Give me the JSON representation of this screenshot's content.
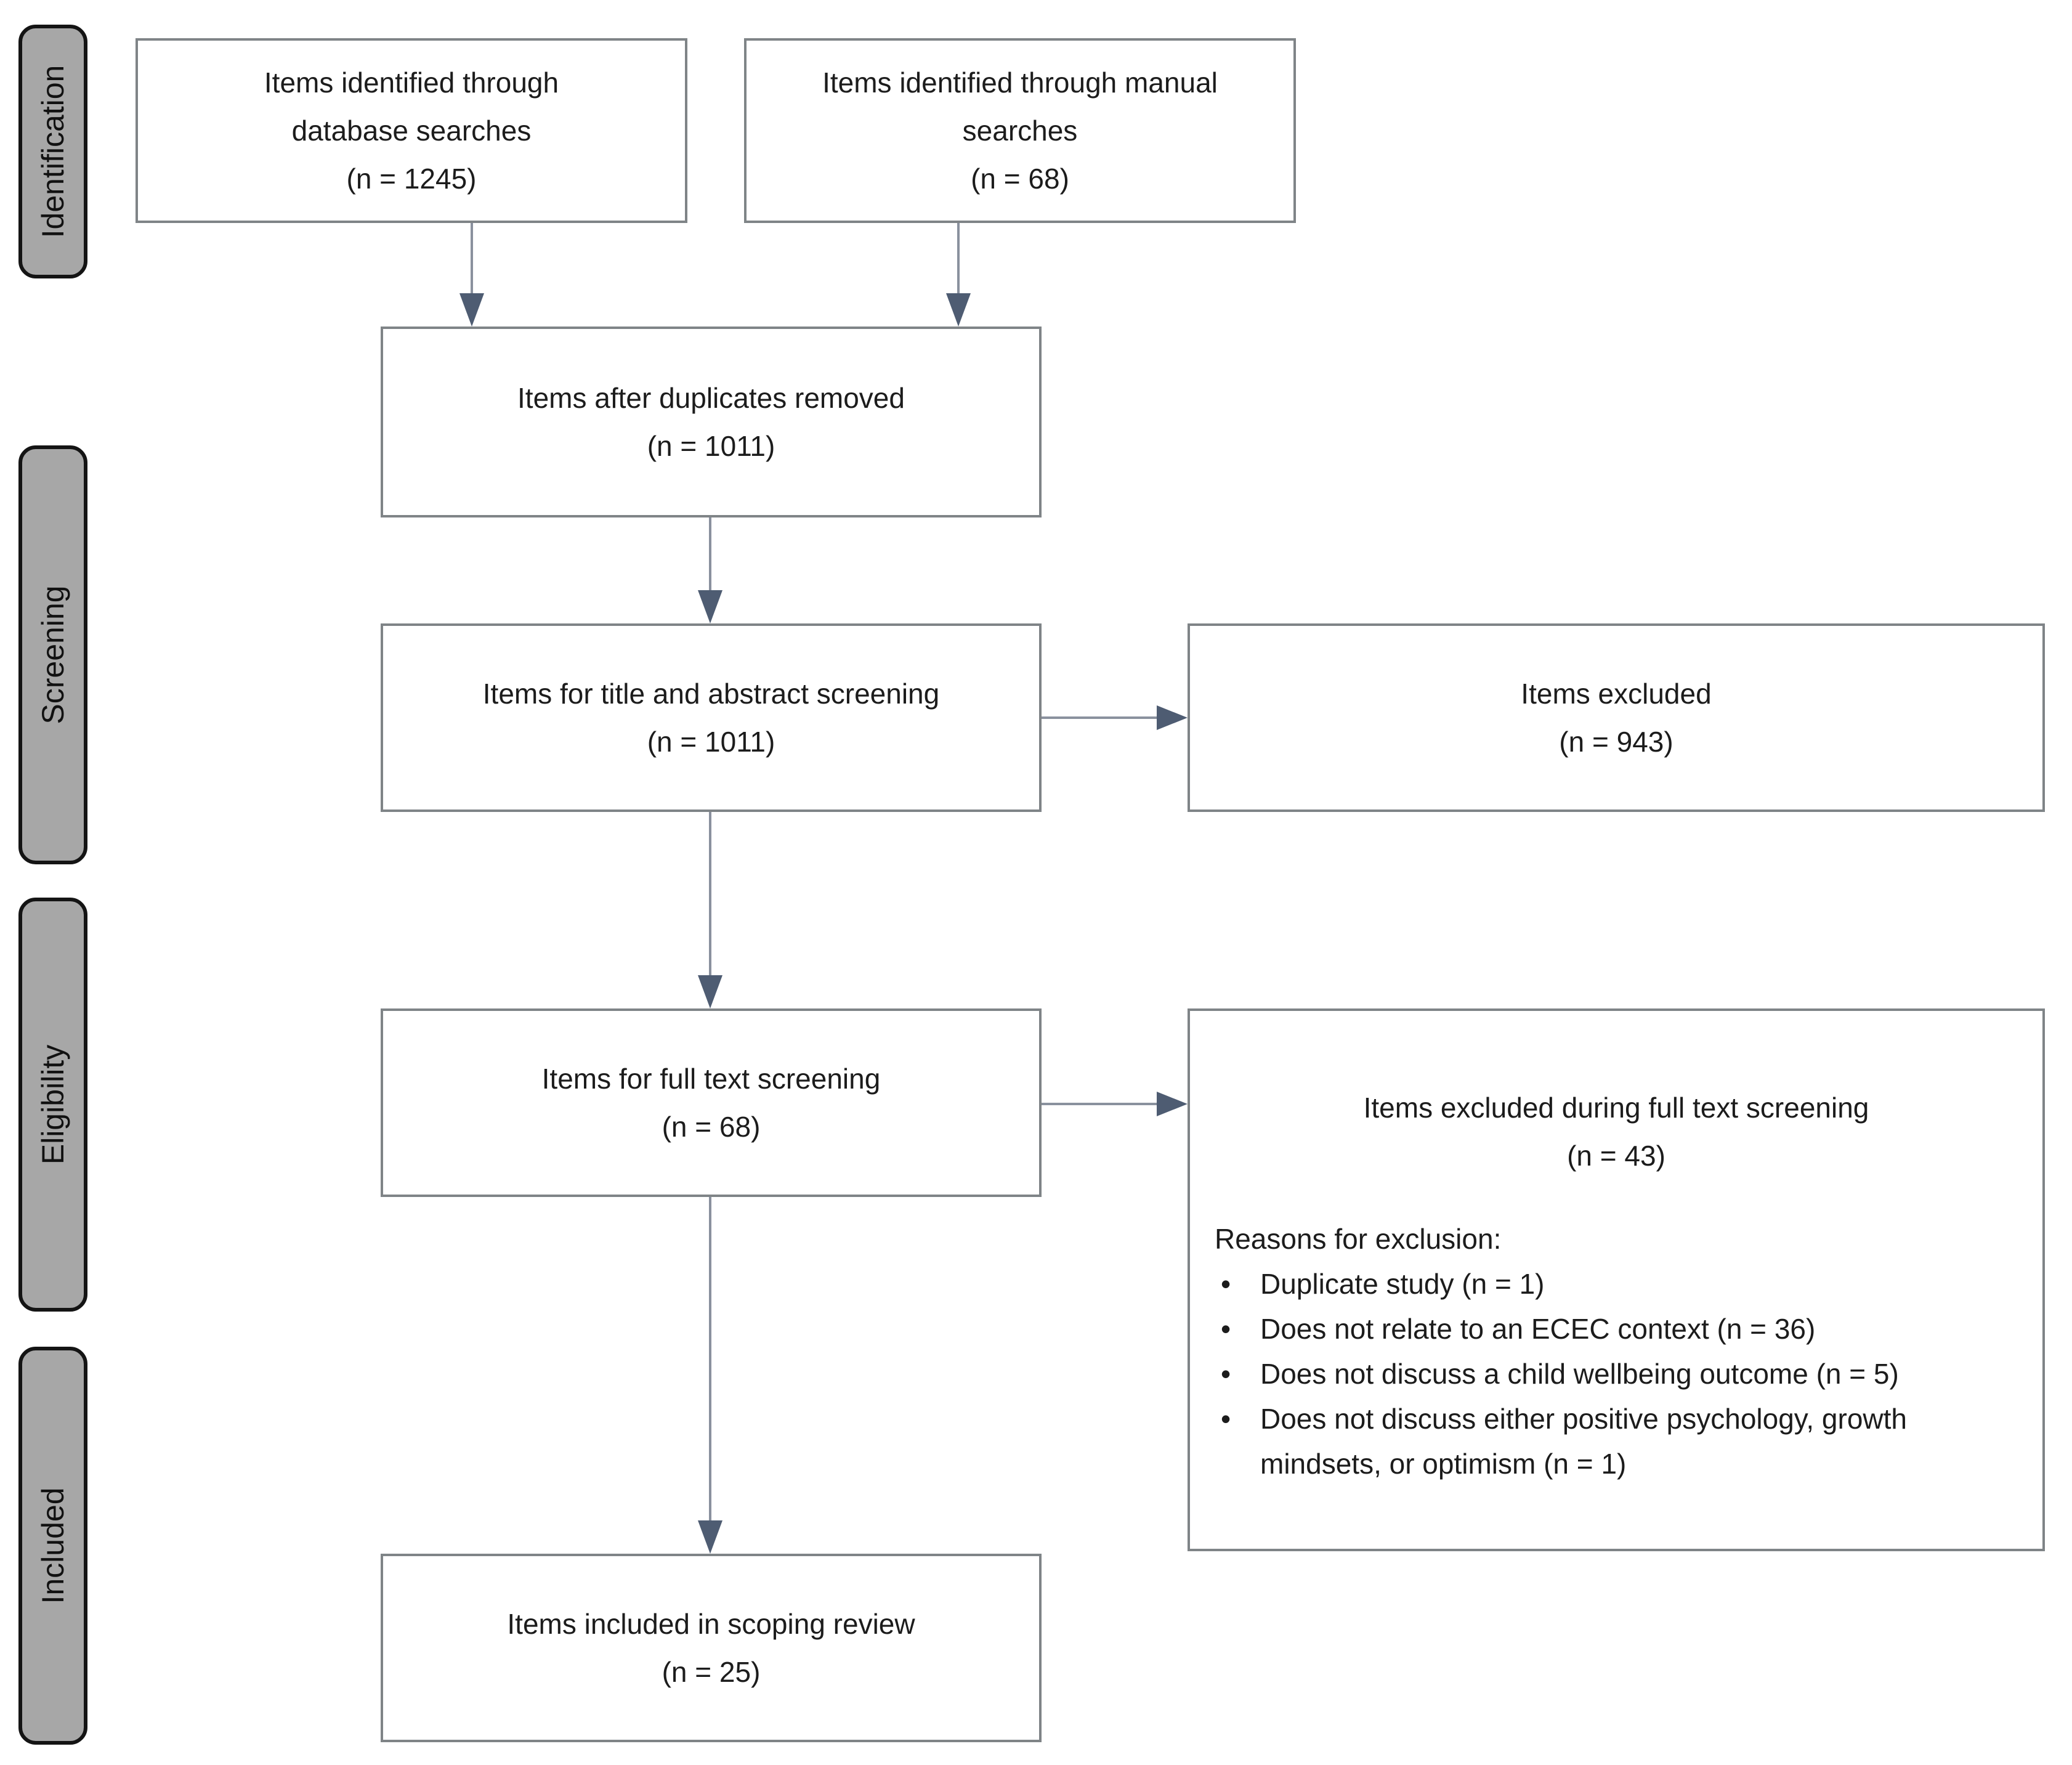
{
  "diagram": {
    "stages": [
      {
        "label": "Identification"
      },
      {
        "label": "Screening"
      },
      {
        "label": "Eligibility"
      },
      {
        "label": "Included"
      }
    ],
    "boxes": {
      "db_search": {
        "label": "Items identified through\ndatabase searches",
        "count": "(n = 1245)"
      },
      "manual_search": {
        "label": "Items identified through manual\nsearches",
        "count": "(n = 68)"
      },
      "duplicates_removed": {
        "label": "Items after duplicates removed",
        "count": "(n = 1011)"
      },
      "title_abstract_screening": {
        "label": "Items for title and abstract screening",
        "count": "(n = 1011)"
      },
      "excluded_screening": {
        "label": "Items excluded",
        "count": "(n = 943)"
      },
      "full_text_screening": {
        "label": "Items for full text screening",
        "count": "(n = 68)"
      },
      "excluded_full_text": {
        "label": "Items excluded during full text screening",
        "count": "(n = 43)",
        "reasons_heading": "Reasons for exclusion:",
        "bullet": "•",
        "reasons": [
          "Duplicate study (n = 1)",
          "Does not relate to an ECEC context (n = 36)",
          "Does not discuss a child wellbeing outcome (n = 5)",
          "Does not discuss either positive psychology, growth\nmindsets, or optimism (n = 1)"
        ]
      },
      "included_review": {
        "label": "Items included in scoping review",
        "count": "(n = 25)"
      }
    },
    "colors": {
      "stage_fill": "#a7a7a7",
      "stage_border": "#141414",
      "box_border": "#7f8487",
      "connector_line": "#8a919e",
      "arrowhead": "#4e5c72"
    }
  }
}
